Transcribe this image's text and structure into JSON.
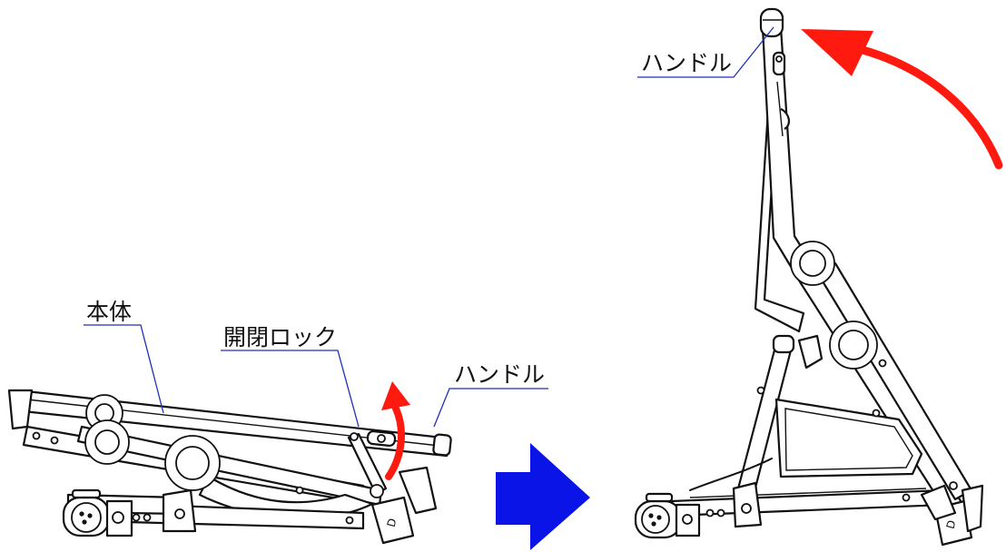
{
  "labels": {
    "body_label": "本体",
    "lock_label": "開閉ロック",
    "handle_label_folded": "ハンドル",
    "handle_label_unfolded": "ハンドル"
  },
  "colors": {
    "motion_arrow": "#ff1a10",
    "transition_arrow": "#0a14e6",
    "leader_line": "#1f2fb8",
    "outline": "#111111"
  }
}
